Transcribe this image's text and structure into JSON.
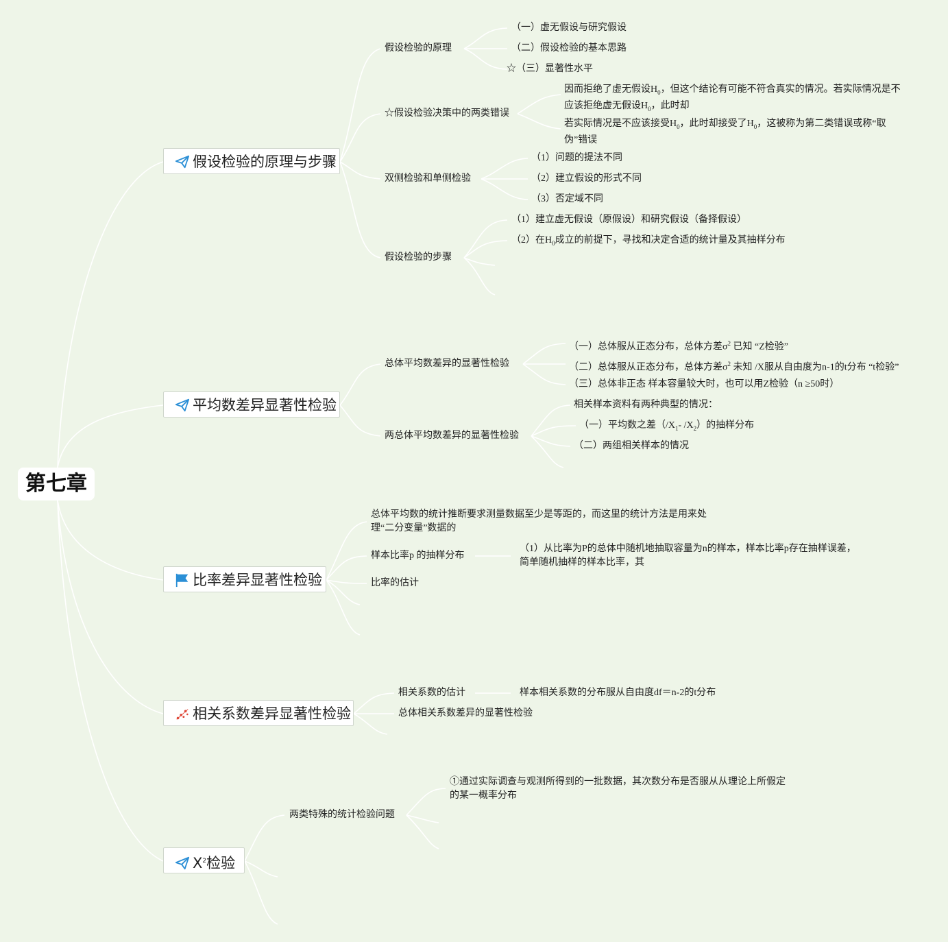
{
  "root": {
    "label": "第七章"
  },
  "icons": {
    "b1": "paper-plane-icon",
    "b2": "paper-plane-icon",
    "b3": "flag-icon",
    "b4": "scatter-icon",
    "b5": "paper-plane-icon"
  },
  "colors": {
    "background": "#eef5e8",
    "link": "#ffffff",
    "icon_blue": "#2b8fd6",
    "icon_red": "#e04a3a"
  },
  "b1": {
    "label": "假设检验的原理与步骤",
    "c1": {
      "label": "假设检验的原理",
      "items": [
        "（一）虚无假设与研究假设",
        "（二）假设检验的基本思路",
        "☆（三）显著性水平"
      ]
    },
    "c2": {
      "label": "☆假设检验决策中的两类错误"
    },
    "c3": {
      "label": "双侧检验和单侧检验",
      "items": [
        "（1）问题的提法不同",
        "（2）建立假设的形式不同",
        "（3）否定域不同"
      ]
    },
    "c4": {
      "label": "假设检验的步骤",
      "items": [
        "（1）建立虚无假设（原假设）和研究假设（备择假设）"
      ]
    }
  },
  "b2": {
    "label": "平均数差异显著性检验",
    "c1": {
      "label": "总体平均数差异的显著性检验",
      "items": [
        "（三）总体非正态 样本容量较大时，也可以用Z检验（n ≥50时）"
      ]
    },
    "c2": {
      "label": "两总体平均数差异的显著性检验",
      "items": [
        "相关样本资料有两种典型的情况：",
        "（二）两组相关样本的情况"
      ]
    }
  },
  "b3": {
    "label": "比率差异显著性检验",
    "c1": {
      "label": "总体平均数的统计推断要求测量数据至少是等距的，而这里的统计方法是用来处理“二分变量”数据的"
    },
    "c2": {
      "label": "样本比率p 的抽样分布",
      "items": [
        "（1）从比率为P的总体中随机地抽取容量为n的样本，样本比率p存在抽样误差，简单随机抽样的样本比率，其"
      ]
    },
    "c3": {
      "label": "比率的估计"
    }
  },
  "b4": {
    "label": "相关系数差异显著性检验",
    "c1": {
      "label": "相关系数的估计",
      "items": [
        "样本相关系数的分布服从自由度df＝n-2的t分布"
      ]
    },
    "c2": {
      "label": "总体相关系数差异的显著性检验"
    }
  },
  "b5": {
    "label": "检验",
    "c1": {
      "label": "两类特殊的统计检验问题",
      "items": [
        "①通过实际调查与观测所得到的一批数据，其次数分布是否服从从理论上所假定的某一概率分布"
      ]
    }
  }
}
